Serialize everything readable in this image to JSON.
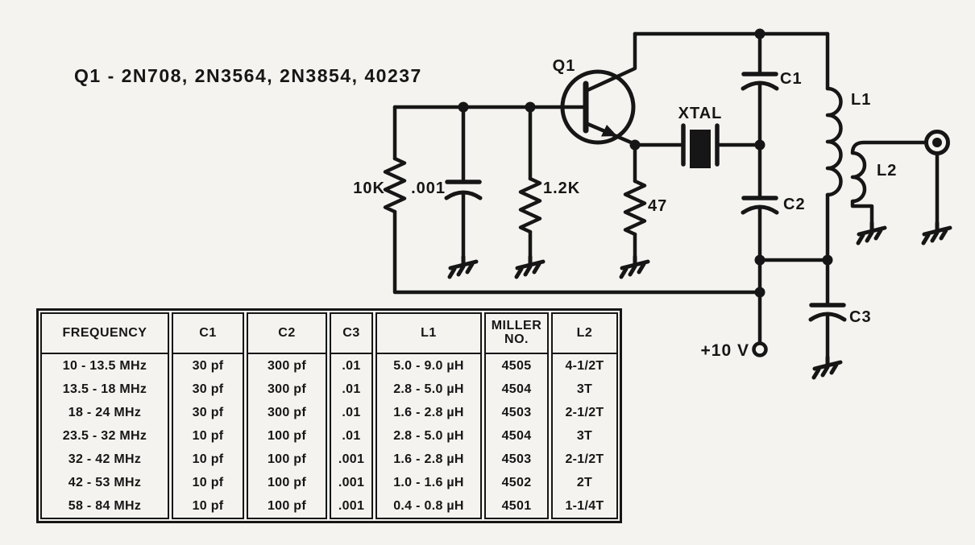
{
  "title": "Q1 - 2N708, 2N3564, 2N3854, 40237",
  "schematic": {
    "transistor": "Q1",
    "r_bias": "10K",
    "c_bypass": ".001",
    "r_base": "1.2K",
    "r_emitter": "47",
    "crystal": "XTAL",
    "c1": "C1",
    "c2": "C2",
    "c3": "C3",
    "l1": "L1",
    "l2": "L2",
    "supply": "+10 V"
  },
  "table": {
    "columns": [
      {
        "header": "FREQUENCY",
        "values": [
          "10 - 13.5 MHz",
          "13.5 - 18 MHz",
          "18 - 24 MHz",
          "23.5 - 32 MHz",
          "32 - 42 MHz",
          "42 - 53 MHz",
          "58 - 84 MHz"
        ]
      },
      {
        "header": "C1",
        "values": [
          "30 pf",
          "30 pf",
          "30 pf",
          "10 pf",
          "10 pf",
          "10 pf",
          "10 pf"
        ]
      },
      {
        "header": "C2",
        "values": [
          "300 pf",
          "300 pf",
          "300 pf",
          "100 pf",
          "100 pf",
          "100 pf",
          "100 pf"
        ]
      },
      {
        "header": "C3",
        "values": [
          ".01",
          ".01",
          ".01",
          ".01",
          ".001",
          ".001",
          ".001"
        ]
      },
      {
        "header": "L1",
        "values": [
          "5.0 - 9.0 µH",
          "2.8 - 5.0 µH",
          "1.6 - 2.8 µH",
          "2.8 - 5.0 µH",
          "1.6 - 2.8 µH",
          "1.0 - 1.6 µH",
          "0.4 - 0.8 µH"
        ]
      },
      {
        "header": "MILLER NO.",
        "values": [
          "4505",
          "4504",
          "4503",
          "4504",
          "4503",
          "4502",
          "4501"
        ]
      },
      {
        "header": "L2",
        "values": [
          "4-1/2T",
          "3T",
          "2-1/2T",
          "3T",
          "2-1/2T",
          "2T",
          "1-1/4T"
        ]
      }
    ]
  }
}
